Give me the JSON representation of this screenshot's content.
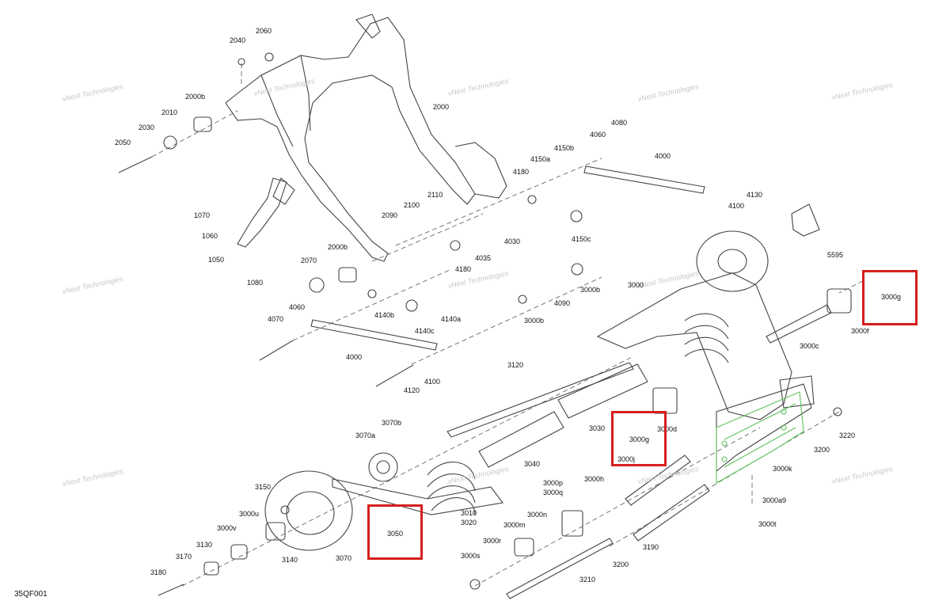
{
  "diagram": {
    "code": "35QF001",
    "watermark": "vNext Technologies",
    "highlight_color": "#d61f1f",
    "accent_color": "#5ec25e",
    "parts": [
      "2060",
      "2040",
      "2000b",
      "2010",
      "2030",
      "2050",
      "2000",
      "4060",
      "4080",
      "4000",
      "4150b",
      "4150a",
      "4180",
      "4130",
      "4100",
      "2110",
      "2100",
      "2090",
      "4030",
      "4035",
      "4150c",
      "1070",
      "1060",
      "1050",
      "1080",
      "2070",
      "2000b",
      "4180",
      "5595",
      "3000",
      "4060",
      "4070",
      "4140b",
      "4140c",
      "4140a",
      "4090",
      "3000b",
      "3000b",
      "3000g",
      "3000f",
      "3000c",
      "4000",
      "3120",
      "4120",
      "4100",
      "3070b",
      "3070a",
      "3030",
      "3000g",
      "3000d",
      "3000j",
      "3040",
      "3000k",
      "3200",
      "3220",
      "3150",
      "3000u",
      "3000v",
      "3050",
      "3010",
      "3020",
      "3000p",
      "3000q",
      "3000h",
      "3000a9",
      "3000t",
      "3140",
      "3070",
      "3000n",
      "3000m",
      "3000r",
      "3190",
      "3000s",
      "3200",
      "3170",
      "3130",
      "3180",
      "3210"
    ]
  }
}
